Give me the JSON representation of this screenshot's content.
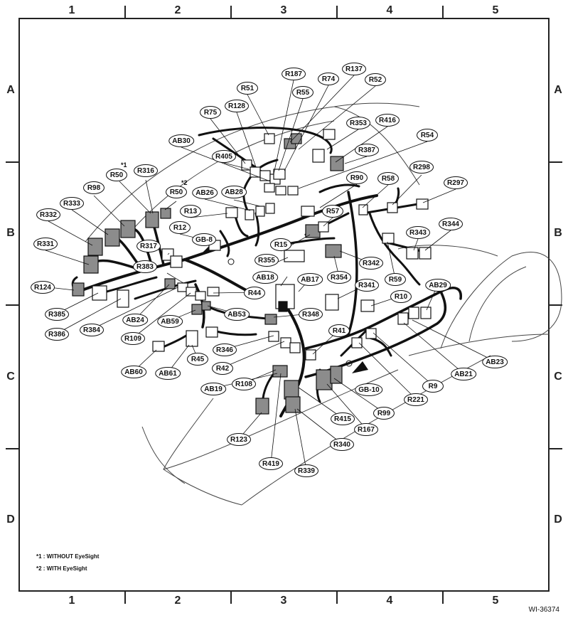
{
  "grid": {
    "columns": [
      "1",
      "2",
      "3",
      "4",
      "5"
    ],
    "rows": [
      "A",
      "B",
      "C",
      "D"
    ]
  },
  "labels": {
    "r187": "R187",
    "r137": "R137",
    "r74": "R74",
    "r52": "R52",
    "r51": "R51",
    "r55": "R55",
    "r128": "R128",
    "r75": "R75",
    "r353": "R353",
    "r416": "R416",
    "ab30": "AB30",
    "r54": "R54",
    "r405": "R405",
    "r387": "R387",
    "r50_1": "R50",
    "r316": "R316",
    "r50_2": "R50",
    "r98": "R98",
    "ab26": "AB26",
    "ab28": "AB28",
    "r90": "R90",
    "r58": "R58",
    "r298": "R298",
    "r297": "R297",
    "r333": "R333",
    "r332": "R332",
    "r13": "R13",
    "r57": "R57",
    "r12": "R12",
    "r343": "R343",
    "r344": "R344",
    "gb8": "GB-8",
    "r317": "R317",
    "r15": "R15",
    "r331": "R331",
    "r355": "R355",
    "r342": "R342",
    "r383": "R383",
    "r59": "R59",
    "ab18": "AB18",
    "ab17": "AB17",
    "r354": "R354",
    "r124": "R124",
    "r341": "R341",
    "ab29": "AB29",
    "r44": "R44",
    "r10": "R10",
    "r385": "R385",
    "ab53": "AB53",
    "r348": "R348",
    "ab24": "AB24",
    "ab59": "AB59",
    "r386": "R386",
    "r384": "R384",
    "r41": "R41",
    "r109": "R109",
    "r346": "R346",
    "ab23": "AB23",
    "r45": "R45",
    "ab21": "AB21",
    "ab60": "AB60",
    "r42": "R42",
    "ab61": "AB61",
    "r9": "R9",
    "r108": "R108",
    "gb10": "GB-10",
    "ab19": "AB19",
    "r221": "R221",
    "r99": "R99",
    "r415": "R415",
    "r167": "R167",
    "r123": "R123",
    "r340": "R340",
    "r419": "R419",
    "r339": "R339"
  },
  "note_marks": {
    "m1": "*1",
    "m2": "*2"
  },
  "footnotes": {
    "n1": "*1   : WITHOUT EyeSight",
    "n2": "*2   : WITH EyeSight"
  },
  "figure_id": "WI-36374",
  "colors": {
    "ink": "#111111",
    "connector_gray": "#8c8c8c",
    "harness": "#111111"
  }
}
